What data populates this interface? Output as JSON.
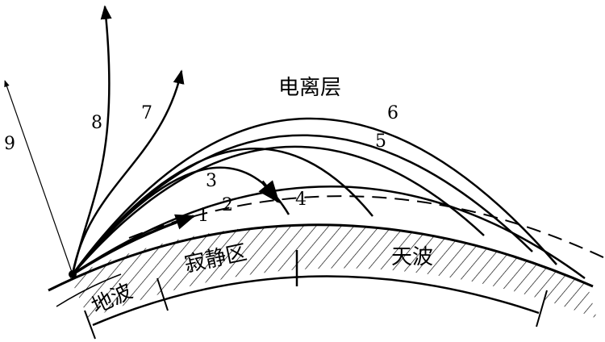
{
  "labels": {
    "ionosphere": "电离层",
    "ground_wave": "地波",
    "silent_zone": "寂静区",
    "sky_wave": "天波"
  },
  "ray_numbers": [
    "1",
    "2",
    "3",
    "4",
    "5",
    "6",
    "7",
    "8",
    "9"
  ],
  "colors": {
    "ink": "#000000",
    "background": "#ffffff"
  }
}
